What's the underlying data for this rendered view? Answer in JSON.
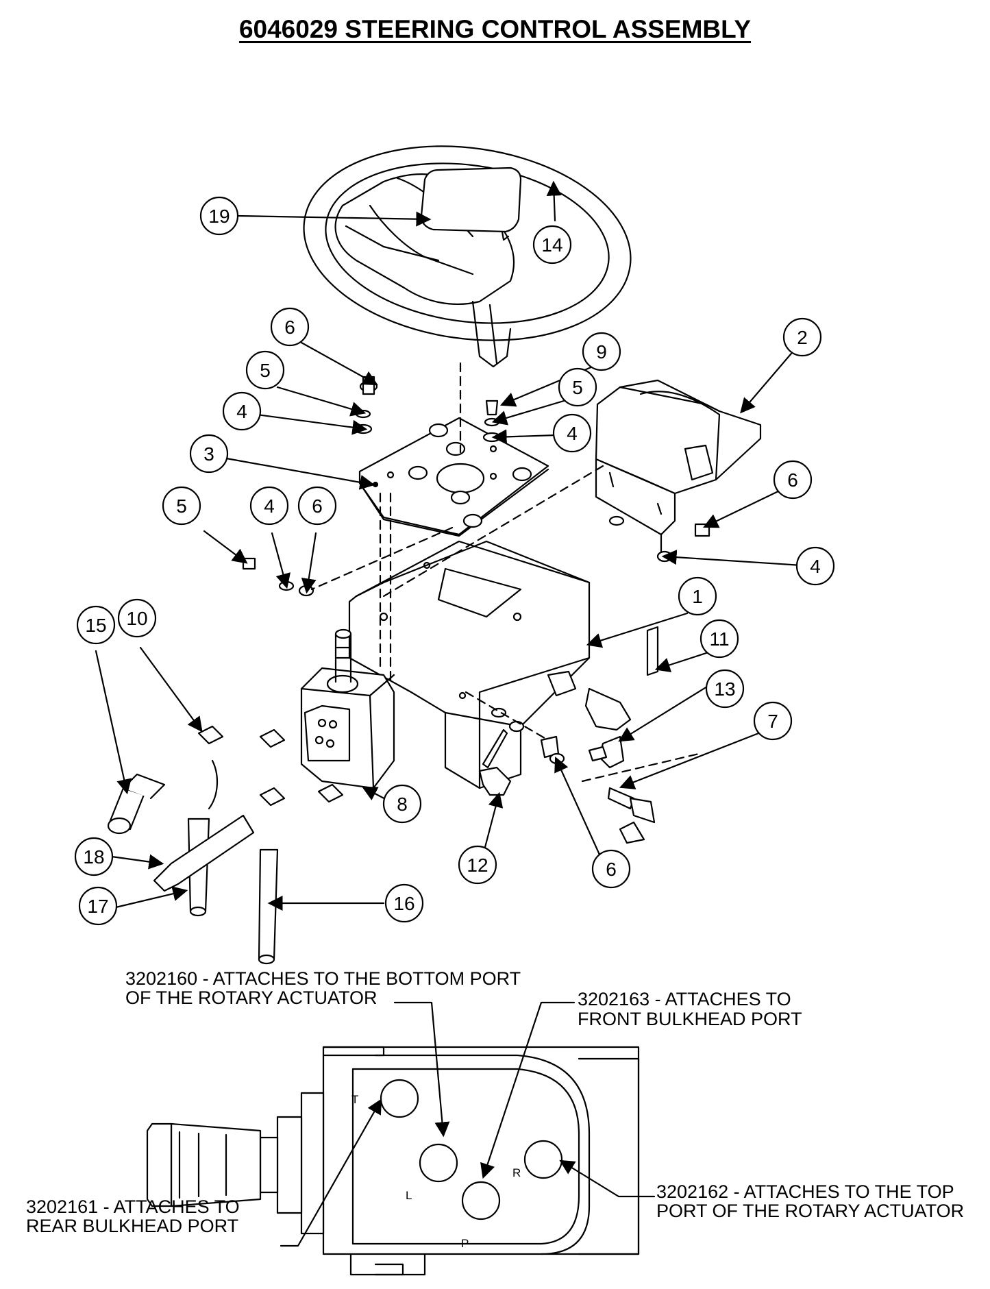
{
  "title": "6046029 STEERING CONTROL ASSEMBLY",
  "callouts": [
    "19",
    "14",
    "6",
    "5",
    "4",
    "9",
    "5",
    "4",
    "2",
    "3",
    "6",
    "5",
    "4",
    "6",
    "4",
    "1",
    "15",
    "10",
    "11",
    "13",
    "7",
    "8",
    "12",
    "6",
    "18",
    "17",
    "16"
  ],
  "notes": {
    "bottom_port": [
      "3202160 - ATTACHES TO THE BOTTOM PORT",
      "OF THE ROTARY ACTUATOR"
    ],
    "front_bulkhead": [
      "3202163 - ATTACHES TO",
      "FRONT BULKHEAD PORT"
    ],
    "rear_bulkhead": [
      "3202161 - ATTACHES TO",
      "REAR BULKHEAD PORT"
    ],
    "top_port": [
      "3202162 - ATTACHES TO THE TOP",
      "PORT OF THE ROTARY ACTUATOR"
    ]
  },
  "port_letters": {
    "t": "T",
    "l": "L",
    "r": "R",
    "p": "P"
  }
}
